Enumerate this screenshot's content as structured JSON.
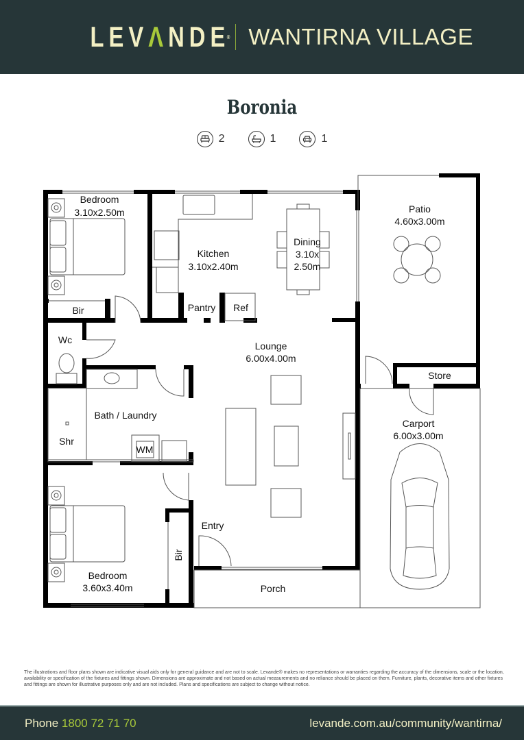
{
  "header": {
    "logo_prefix": "LEV",
    "logo_accent": "Λ",
    "logo_suffix": "NDE",
    "logo_mark": "®",
    "village_name": "WANTIRNA VILLAGE"
  },
  "plan": {
    "title": "Boronia",
    "features": [
      {
        "icon": "bed-icon",
        "count": "2"
      },
      {
        "icon": "bath-icon",
        "count": "1"
      },
      {
        "icon": "car-icon",
        "count": "1"
      }
    ],
    "rooms": {
      "bedroom1": {
        "name": "Bedroom",
        "size": "3.10x2.50m"
      },
      "bir1": {
        "name": "Bir"
      },
      "kitchen": {
        "name": "Kitchen",
        "size": "3.10x2.40m"
      },
      "pantry": {
        "name": "Pantry"
      },
      "ref": {
        "name": "Ref"
      },
      "dining": {
        "name": "Dining",
        "size_line1": "3.10x",
        "size_line2": "2.50m"
      },
      "patio": {
        "name": "Patio",
        "size": "4.60x3.00m"
      },
      "store": {
        "name": "Store"
      },
      "wc": {
        "name": "Wc"
      },
      "lounge": {
        "name": "Lounge",
        "size": "6.00x4.00m"
      },
      "bath_laundry": {
        "name": "Bath / Laundry"
      },
      "shr": {
        "name": "Shr"
      },
      "wm": {
        "name": "WM"
      },
      "carport": {
        "name": "Carport",
        "size": "6.00x3.00m"
      },
      "entry": {
        "name": "Entry"
      },
      "bedroom2": {
        "name": "Bedroom",
        "size": "3.60x3.40m"
      },
      "bir2": {
        "name": "Bir"
      },
      "porch": {
        "name": "Porch"
      }
    }
  },
  "disclaimer": "The illustrations and floor plans shown are indicative visual aids only for general guidance and are not to scale. Levande® makes no representations or warranties regarding the accuracy of the dimensions, scale or the location, availability or specification of the fixtures and fittings shown. Dimensions are approximate and not based on actual measurements and no reliance should be placed on them. Furniture, plants, decorative items and other fixtures and fittings are shown for illustrative purposes only and are not included. Plans and specifications are subject to change without notice.",
  "footer": {
    "phone_label": "Phone",
    "phone_number": "1800 72 71 70",
    "url": "levande.com.au/community/wantirna/"
  },
  "colors": {
    "brand_dark": "#263638",
    "brand_cream": "#f3f0c4",
    "brand_green": "#a8c93a"
  }
}
